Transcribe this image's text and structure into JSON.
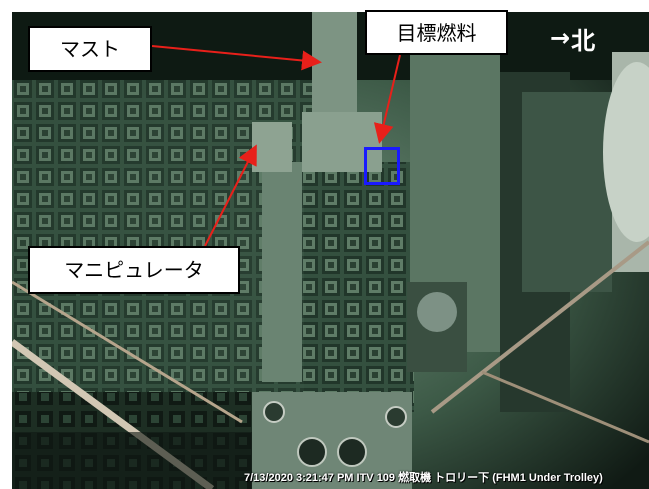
{
  "scene": {
    "description_icon": "underwater-camera-feed"
  },
  "labels": {
    "mast": "マスト",
    "target_fuel": "目標燃料",
    "manipulator": "マニピュレータ"
  },
  "compass": {
    "arrow": "→",
    "direction": "北"
  },
  "timestamp": {
    "text": "7/13/2020 3:21:47 PM ITV 109 燃取機 トロリー下 (FHM1 Under Trolley)"
  },
  "colors": {
    "arrow_color": "#e8201a",
    "marker_color": "#1a1aff",
    "water_tint": "#4b6b58"
  }
}
